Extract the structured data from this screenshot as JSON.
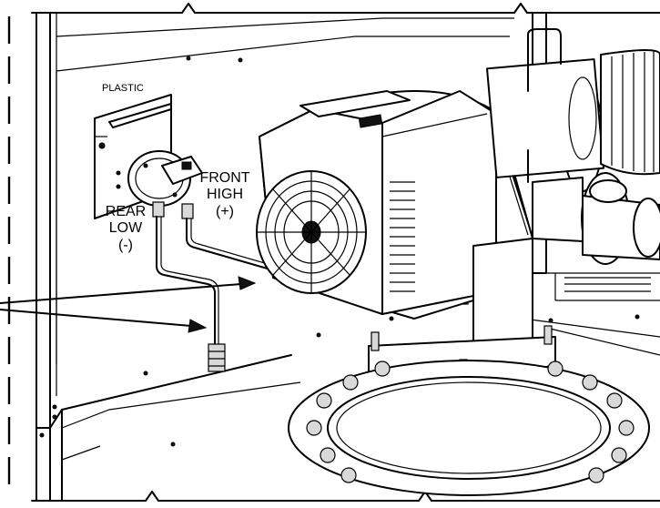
{
  "labels": {
    "plastic": "PLASTIC",
    "front": [
      "FRONT",
      "HIGH",
      "(+)"
    ],
    "rear": [
      "REAR",
      "LOW",
      "(-)"
    ]
  },
  "colors": {
    "line": "#000000",
    "background": "#ffffff",
    "shade": "#d9d9d9"
  }
}
